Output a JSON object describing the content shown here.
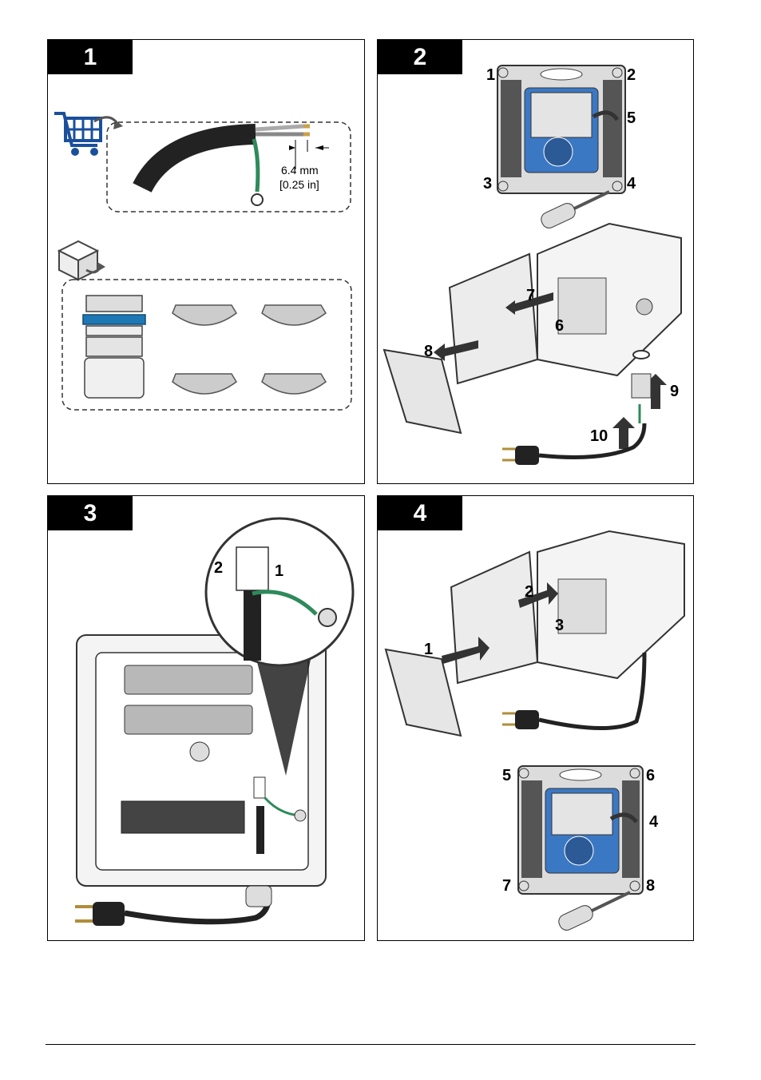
{
  "steps": [
    {
      "number": "1"
    },
    {
      "number": "2"
    },
    {
      "number": "3"
    },
    {
      "number": "4"
    }
  ],
  "step1": {
    "dimension_mm": "6.4 mm",
    "dimension_in": "[0.25 in]"
  },
  "step2": {
    "callouts": [
      "1",
      "2",
      "3",
      "4",
      "5",
      "6",
      "7",
      "8",
      "9",
      "10"
    ]
  },
  "step3": {
    "callouts": [
      "1",
      "2"
    ]
  },
  "step4": {
    "callouts": [
      "1",
      "2",
      "3",
      "4",
      "5",
      "6",
      "7",
      "8"
    ]
  },
  "colors": {
    "accent_blue": "#1e78b4",
    "ground_green": "#2e8a5a",
    "cart_blue": "#1a4f9c"
  },
  "icons": [
    "shopping-cart-icon",
    "box-icon",
    "screwdriver-icon",
    "power-plug-icon",
    "arrow-icon"
  ]
}
